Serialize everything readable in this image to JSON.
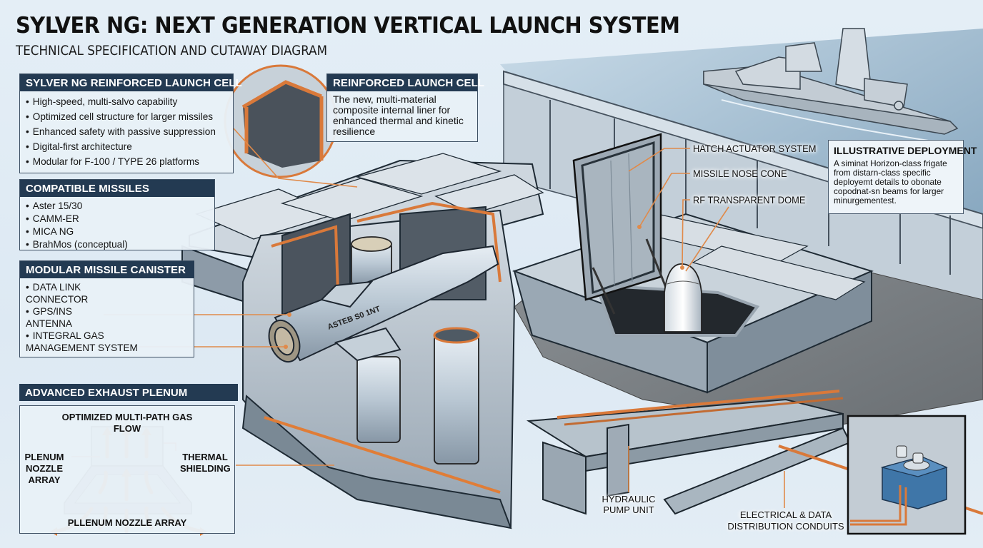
{
  "header": {
    "title": "SYLVER NG: NEXT GENERATION VERTICAL LAUNCH SYSTEM",
    "subtitle": "TECHNICAL SPECIFICATION AND CUTAWAY DIAGRAM"
  },
  "panels": {
    "reinforced_cell": {
      "title": "SYLVER NG REINFORCED LAUNCH CELL",
      "items": [
        "High-speed, multi-salvo capability",
        "Optimized cell structure for larger missiles",
        "Enhanced safety with passive suppression",
        "Digital-first architecture",
        "Modular for F-100 / TYPE 26 platforms"
      ]
    },
    "liner": {
      "title": "REINFORCED LAUNCH CELL",
      "description": "The new, multi-material composite internal liner for enhanced thermal and kinetic resilience"
    },
    "missiles": {
      "title": "COMPATIBLE MISSILES",
      "items": [
        "Aster 15/30",
        "CAMM-ER",
        "MICA NG",
        "BrahMos (conceptual)"
      ]
    },
    "canister": {
      "title": "MODULAR MISSILE CANISTER",
      "items": [
        "DATA LINK\nCONNECTOR",
        "GPS/INS\nANTENNA",
        "INTEGRAL GAS\nMANAGEMENT SYSTEM"
      ]
    },
    "exhaust": {
      "title": "ADVANCED EXHAUST PLENUM",
      "flow_label": "OPTIMIZED MULTI-PATH GAS FLOW",
      "left_label": "PLENUM\nNOZZLE\nARRAY",
      "right_label": "THERMAL\nSHIELDING",
      "bottom_label": "PLLENUM NOZZLE ARRAY"
    },
    "deployment": {
      "title": "ILLUSTRATIVE DEPLOYMENT",
      "description": "A siminat Horizon-class frigate from distarn-class specific deployemt details to obonate copodnat-sn beams for larger minurgementest."
    }
  },
  "callouts": {
    "hatch_actuator": "HATCH ACTUATOR SYSTEM",
    "nose_cone": "MISSILE NOSE CONE",
    "rf_dome": "RF TRANSPARENT DOME",
    "hydraulic": "HYDRAULIC\nPUMP UNIT",
    "conduits": "ELECTRICAL & DATA\nDISTRIBUTION CONDUITS"
  },
  "missile_marking": "ASTEB S0 1NT",
  "colors": {
    "panel_header": "#233a52",
    "leader_line": "#e08a4a",
    "liner_orange": "#d9793a",
    "steel": "#b8c4ce",
    "pump_blue": "#3f76a8",
    "sea": "#8fb0c8",
    "deck": "#777c80"
  }
}
